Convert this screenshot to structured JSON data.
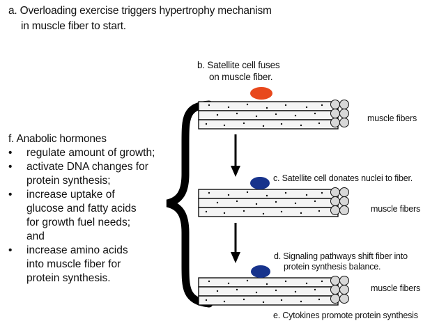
{
  "steps": {
    "a": [
      "a. Overloading exercise triggers hypertrophy mechanism",
      "in muscle fiber to start."
    ],
    "b": [
      "b. Satellite cell fuses",
      "on muscle fiber."
    ],
    "c": "c. Satellite cell donates nuclei to fiber.",
    "d": [
      "d. Signaling pathways shift fiber into",
      "protein synthesis balance."
    ],
    "e": "e. Cytokines promote protein synthesis"
  },
  "hormones": {
    "title": "f.  Anabolic hormones",
    "items": [
      {
        "bullet": "•",
        "lines": [
          "regulate amount of growth;"
        ]
      },
      {
        "bullet": "•",
        "lines": [
          "activate DNA changes for",
          "protein synthesis;"
        ]
      },
      {
        "bullet": "•",
        "lines": [
          "increase uptake of",
          "glucose and fatty acids",
          "for growth fuel needs;"
        ]
      },
      {
        "bullet": "",
        "lines": [
          "and"
        ]
      },
      {
        "bullet": "•",
        "lines": [
          "increase amino acids",
          "into muscle fiber for",
          "protein synthesis."
        ]
      }
    ]
  },
  "fiber_labels": [
    "muscle fibers",
    "muscle fibers",
    "muscle fibers"
  ],
  "colors": {
    "satellite_cell_start": "#e8481c",
    "satellite_cell_fused": "#17338c",
    "fiber_fill": "#f4f4f4",
    "outline": "#111111"
  }
}
